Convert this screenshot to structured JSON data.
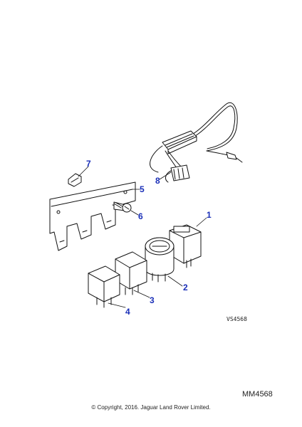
{
  "diagram": {
    "callouts": [
      {
        "number": "1"
      },
      {
        "number": "2"
      },
      {
        "number": "3"
      },
      {
        "number": "4"
      },
      {
        "number": "5"
      },
      {
        "number": "6"
      },
      {
        "number": "7"
      },
      {
        "number": "8"
      }
    ],
    "reference_code": "VS4568",
    "diagram_id": "MM4568",
    "copyright": "© Copyright, 2016. Jaguar Land Rover Limited."
  },
  "colors": {
    "callout_blue": "#1a2fb8",
    "line": "#111111"
  }
}
